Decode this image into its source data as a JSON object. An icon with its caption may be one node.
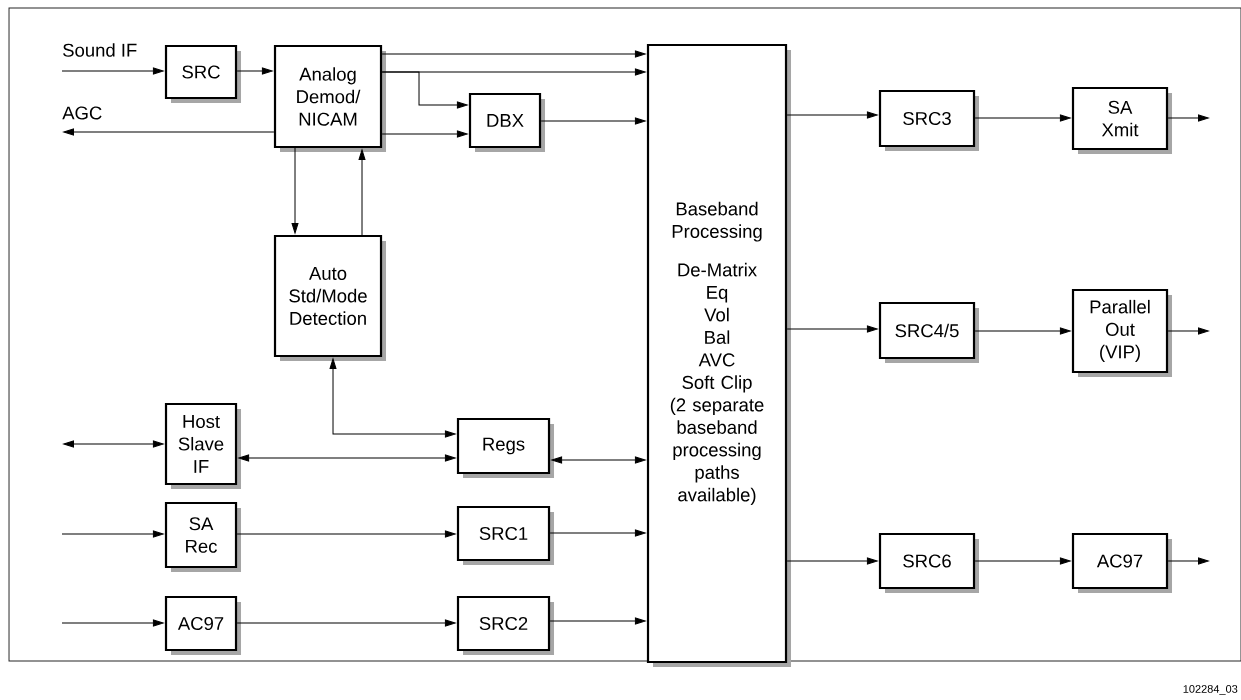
{
  "diagram": {
    "nodes": [
      {
        "text": [
          "SRC"
        ]
      },
      {
        "text": [
          "Analog Demod/ NICAM"
        ]
      },
      {
        "text": [
          "DBX"
        ]
      },
      {
        "text": [
          "Auto Std/Mode Detection"
        ]
      },
      {
        "text": [
          "Host Slave IF"
        ]
      },
      {
        "text": [
          "Regs"
        ]
      },
      {
        "text": [
          "SA Rec"
        ]
      },
      {
        "text": [
          "SRC1"
        ]
      },
      {
        "text": [
          "AC97"
        ]
      },
      {
        "text": [
          "SRC2"
        ]
      },
      {
        "text": [
          "Baseband Processing",
          "De-Matrix",
          "Eq",
          "Vol",
          "Bal",
          "AVC",
          "Soft Clip",
          "(2 separate baseband processing paths available)"
        ]
      },
      {
        "text": [
          "SRC3"
        ]
      },
      {
        "text": [
          "SA Xmit"
        ]
      },
      {
        "text": [
          "SRC4/5"
        ]
      },
      {
        "text": [
          "Parallel Out (VIP)"
        ]
      },
      {
        "text": [
          "SRC6"
        ]
      },
      {
        "text": [
          "AC97"
        ]
      },
      {
        "text": [
          "Sound IF"
        ]
      },
      {
        "text": [
          "AGC"
        ]
      }
    ],
    "edges": [
      {
        "from": 17,
        "to": 0,
        "arrow": "to"
      },
      {
        "from": 0,
        "to": 1,
        "arrow": "to"
      },
      {
        "from": 1,
        "to": 10,
        "arrow": "to"
      },
      {
        "from": 1,
        "to": 10,
        "arrow": "to"
      },
      {
        "from": 1,
        "to": 2,
        "arrow": "to"
      },
      {
        "from": 1,
        "to": 2,
        "arrow": "to"
      },
      {
        "from": 2,
        "to": 10,
        "arrow": "to"
      },
      {
        "from": 1,
        "to": 18,
        "arrow": "to"
      },
      {
        "from": 1,
        "to": 3,
        "arrow": "to"
      },
      {
        "from": 3,
        "to": 1,
        "arrow": "to"
      },
      {
        "from": 3,
        "to": 5,
        "arrow": "both"
      },
      {
        "from": null,
        "to": 4,
        "arrow": "both"
      },
      {
        "from": 4,
        "to": 5,
        "arrow": "both"
      },
      {
        "from": 5,
        "to": 10,
        "arrow": "both"
      },
      {
        "from": null,
        "to": 6,
        "arrow": "to"
      },
      {
        "from": 6,
        "to": 7,
        "arrow": "to"
      },
      {
        "from": 7,
        "to": 10,
        "arrow": "to"
      },
      {
        "from": null,
        "to": 8,
        "arrow": "to"
      },
      {
        "from": 8,
        "to": 9,
        "arrow": "to"
      },
      {
        "from": 9,
        "to": 10,
        "arrow": "to"
      },
      {
        "from": 10,
        "to": 11,
        "arrow": "to"
      },
      {
        "from": 11,
        "to": 12,
        "arrow": "to"
      },
      {
        "from": 12,
        "to": null,
        "arrow": "to"
      },
      {
        "from": 10,
        "to": 13,
        "arrow": "to"
      },
      {
        "from": 13,
        "to": 14,
        "arrow": "to"
      },
      {
        "from": 14,
        "to": null,
        "arrow": "to"
      },
      {
        "from": 10,
        "to": 15,
        "arrow": "to"
      },
      {
        "from": 15,
        "to": 16,
        "arrow": "to"
      },
      {
        "from": 16,
        "to": null,
        "arrow": "to"
      }
    ],
    "labels": [
      "102284_03"
    ]
  }
}
